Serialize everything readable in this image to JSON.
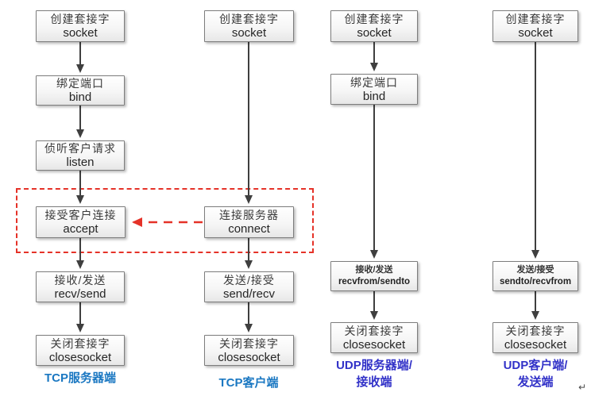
{
  "figure": {
    "description": "TCP/UDP socket API call flowchart",
    "columns": [
      {
        "id": "tcp-server",
        "title_lines": [
          "TCP服务器端"
        ],
        "nodes": [
          {
            "zh": "创建套接字",
            "en": "socket"
          },
          {
            "zh": "绑定端口",
            "en": "bind"
          },
          {
            "zh": "侦听客户请求",
            "en": "listen"
          },
          {
            "zh": "接受客户连接",
            "en": "accept"
          },
          {
            "zh": "接收/发送",
            "en": "recv/send"
          },
          {
            "zh": "关闭套接字",
            "en": "closesocket"
          }
        ]
      },
      {
        "id": "tcp-client",
        "title_lines": [
          "TCP客户端"
        ],
        "nodes": [
          {
            "zh": "创建套接字",
            "en": "socket"
          },
          {
            "zh": "连接服务器",
            "en": "connect"
          },
          {
            "zh": "发送/接受",
            "en": "send/recv"
          },
          {
            "zh": "关闭套接字",
            "en": "closesocket"
          }
        ]
      },
      {
        "id": "udp-server",
        "title_lines": [
          "UDP服务器端/",
          "接收端"
        ],
        "nodes": [
          {
            "zh": "创建套接字",
            "en": "socket"
          },
          {
            "zh": "绑定端口",
            "en": "bind"
          },
          {
            "zh": "接收/发送",
            "en": "recvfrom/sendto"
          },
          {
            "zh": "关闭套接字",
            "en": "closesocket"
          }
        ]
      },
      {
        "id": "udp-client",
        "title_lines": [
          "UDP客户端/",
          "发送端"
        ],
        "nodes": [
          {
            "zh": "创建套接字",
            "en": "socket"
          },
          {
            "zh": "发送/接受",
            "en": "sendto/recvfrom"
          },
          {
            "zh": "关闭套接字",
            "en": "closesocket"
          }
        ]
      }
    ],
    "colors": {
      "tcp_label": "#1b78c2",
      "udp_label": "#3232c8",
      "red_accent": "#e53228",
      "arrow": "#3f3f3f"
    },
    "paragraph_mark": "↵"
  }
}
